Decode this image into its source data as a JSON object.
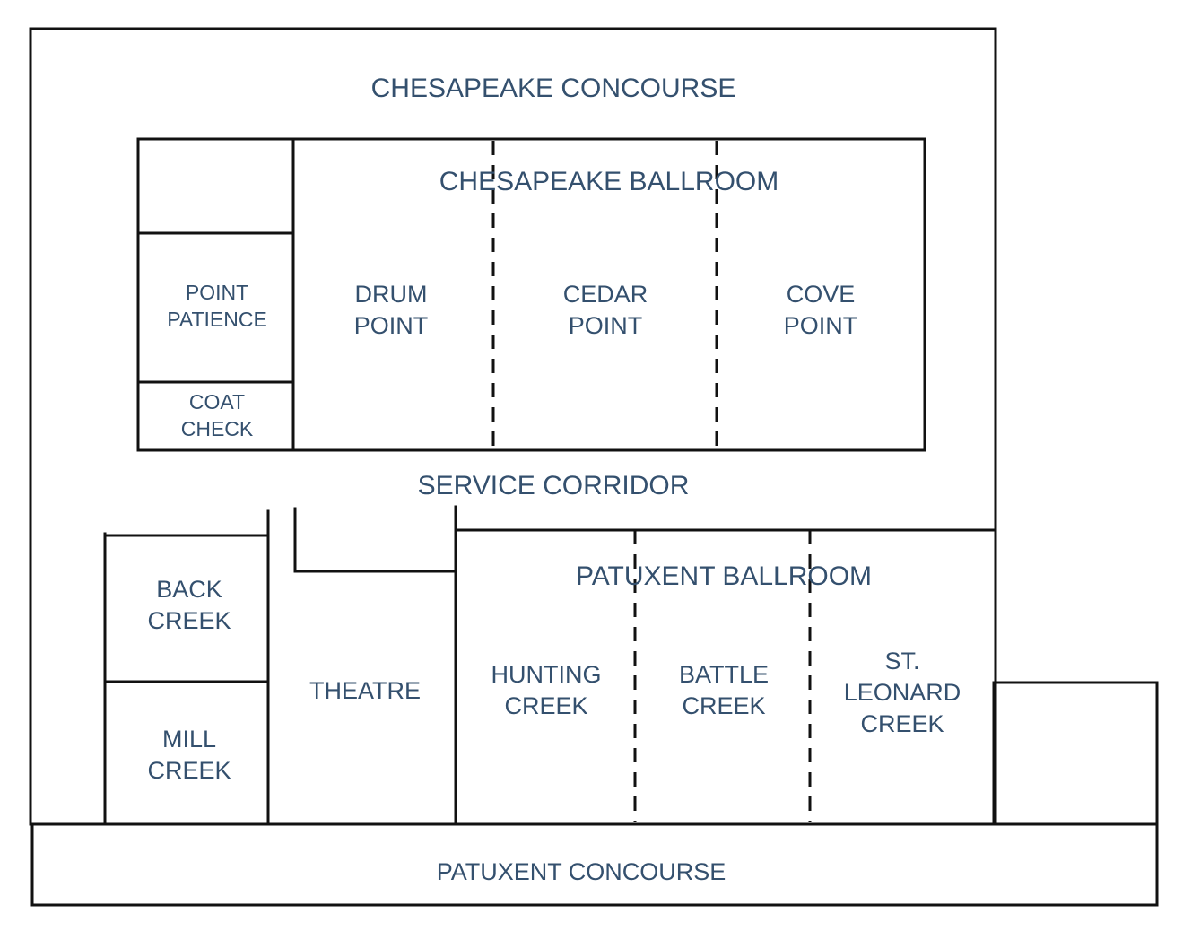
{
  "floor_plan": {
    "colors": {
      "wall": "#111111",
      "label": "#34506e",
      "background": "#ffffff"
    },
    "concourses": {
      "north": "CHESAPEAKE CONCOURSE",
      "south": "PATUXENT CONCOURSE"
    },
    "corridor": "SERVICE CORRIDOR",
    "chesapeake_ballroom": {
      "title": "CHESAPEAKE BALLROOM",
      "sections": [
        {
          "line1": "DRUM",
          "line2": "POINT"
        },
        {
          "line1": "CEDAR",
          "line2": "POINT"
        },
        {
          "line1": "COVE",
          "line2": "POINT"
        }
      ]
    },
    "side_rooms": {
      "point_patience": {
        "line1": "POINT",
        "line2": "PATIENCE"
      },
      "coat_check": {
        "line1": "COAT",
        "line2": "CHECK"
      }
    },
    "west_rooms": {
      "back_creek": {
        "line1": "BACK",
        "line2": "CREEK"
      },
      "mill_creek": {
        "line1": "MILL",
        "line2": "CREEK"
      },
      "theatre": "THEATRE"
    },
    "patuxent_ballroom": {
      "title": "PATUXENT BALLROOM",
      "sections": [
        {
          "line1": "HUNTING",
          "line2": "CREEK"
        },
        {
          "line1": "BATTLE",
          "line2": "CREEK"
        },
        {
          "line1": "ST.",
          "line2": "LEONARD",
          "line3": "CREEK"
        }
      ]
    }
  }
}
